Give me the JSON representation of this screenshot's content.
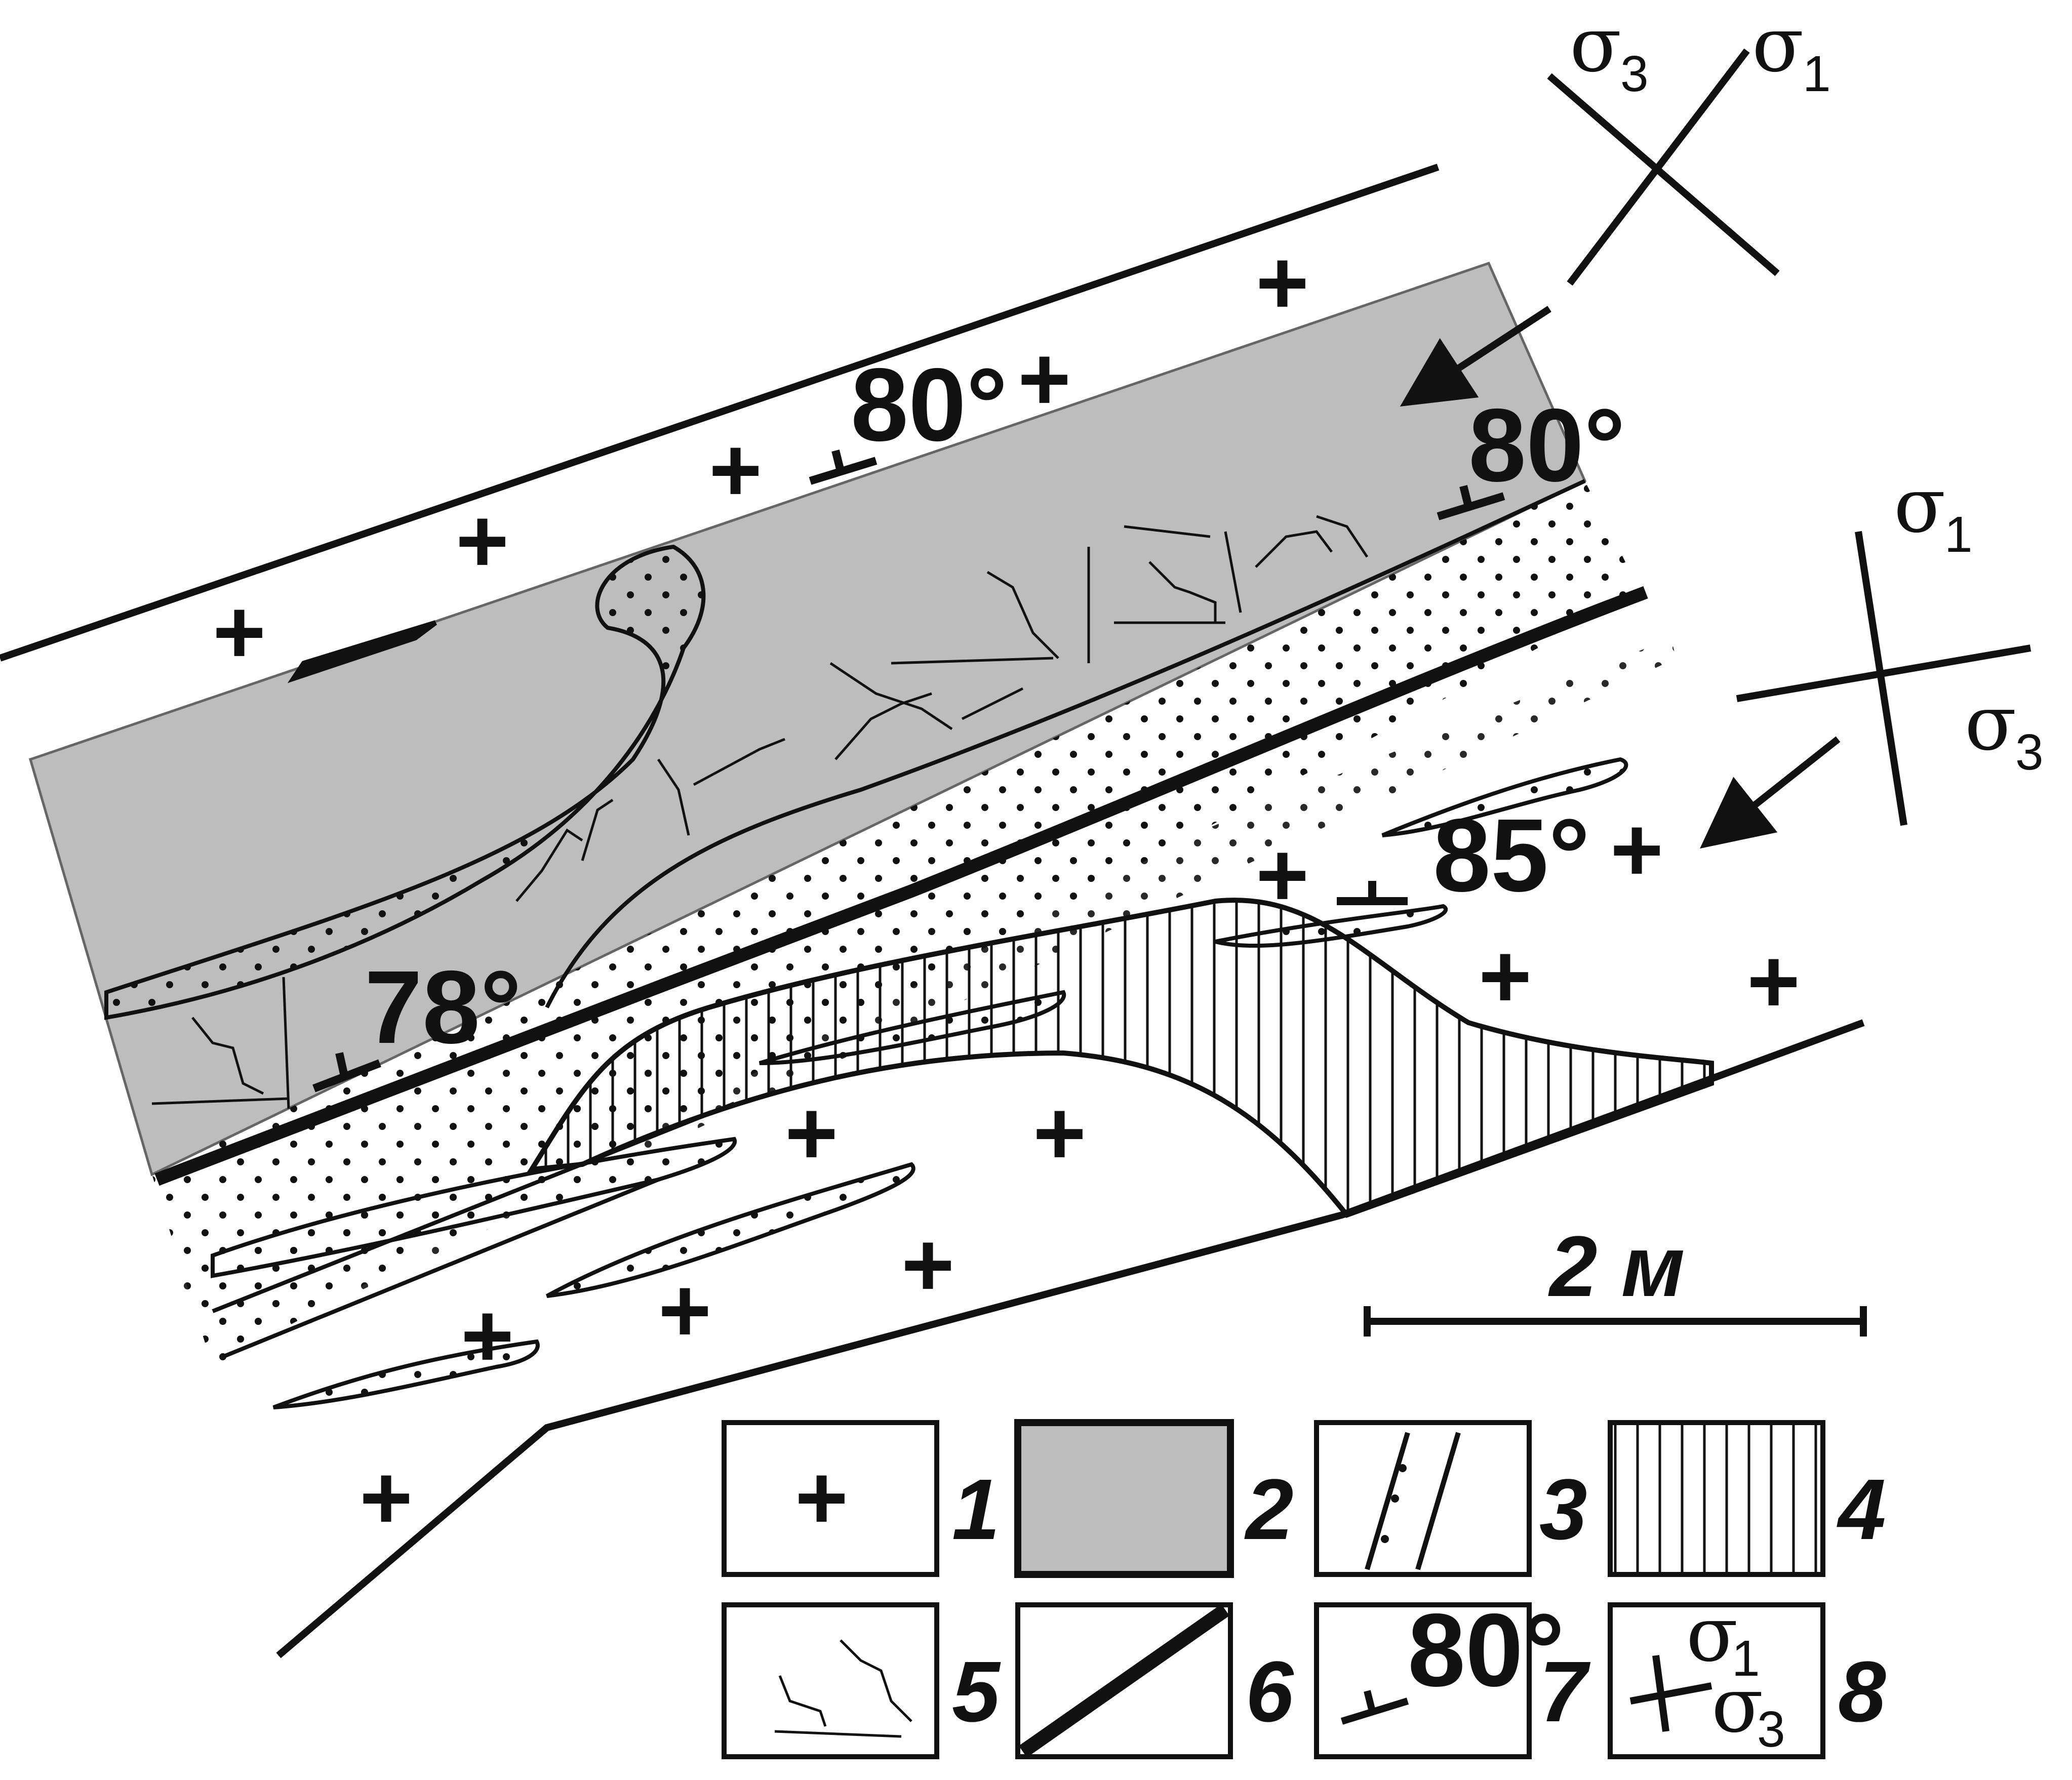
{
  "strike_dip": {
    "upper_center": "80°",
    "upper_right": "80°",
    "lower_left": "78°",
    "right_middle": "85°"
  },
  "stress_axes": {
    "upper": {
      "sigma1": "σ",
      "sigma1_sub": "1",
      "sigma3": "σ",
      "sigma3_sub": "3"
    },
    "right": {
      "sigma1": "σ",
      "sigma1_sub": "1",
      "sigma3": "σ",
      "sigma3_sub": "3"
    }
  },
  "scale_bar": {
    "label": "2 м"
  },
  "legend": [
    {
      "number": "1"
    },
    {
      "number": "2"
    },
    {
      "number": "3"
    },
    {
      "number": "4"
    },
    {
      "number": "5"
    },
    {
      "number": "6"
    },
    {
      "number": "7",
      "sample_text": "80°"
    },
    {
      "number": "8",
      "sigma1": "σ",
      "sigma1_sub": "1",
      "sigma3": "σ",
      "sigma3_sub": "3"
    }
  ],
  "plus_symbol": "+",
  "colors": {
    "ink": "#111111",
    "gray_band": "#bdbdbd",
    "paper": "#ffffff"
  }
}
